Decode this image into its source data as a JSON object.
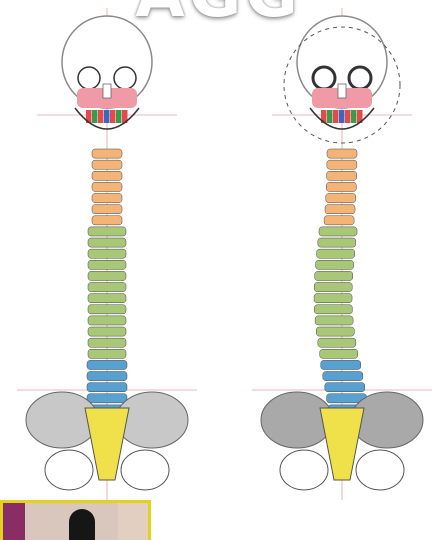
{
  "header": {
    "title_fragment": "AGG"
  },
  "figures": [
    {
      "id": "normal-spine",
      "curvature": 0
    },
    {
      "id": "scoliotic-spine",
      "curvature": 1
    }
  ],
  "colors": {
    "cervical": "#f4b478",
    "thoracic": "#a8c878",
    "lumbar": "#58a0d0",
    "sacrum": "#f0e04a",
    "pelvis_normal": "#c8c8c8",
    "pelvis_scoliotic": "#a9a9a9",
    "skull_outline": "#8a8a8a",
    "guide_lines": "#d47a7a",
    "thumbnail_border": "#e3d21a"
  },
  "icons": [
    "skull",
    "spine",
    "pelvis",
    "video-thumbnail"
  ]
}
